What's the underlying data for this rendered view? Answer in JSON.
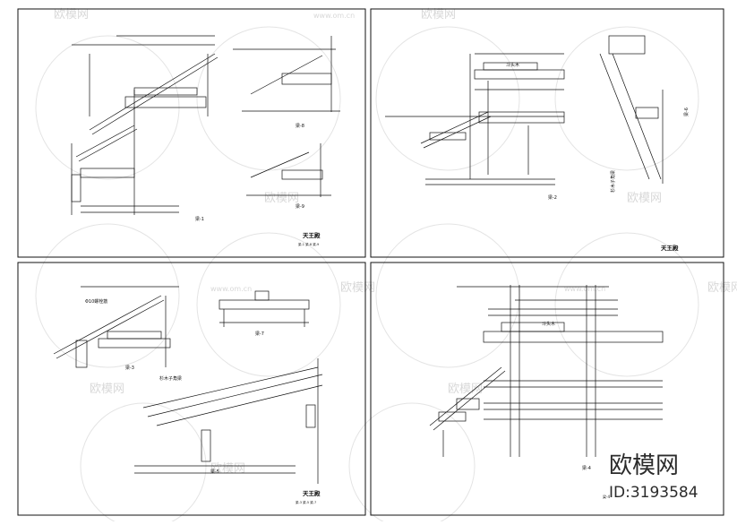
{
  "watermark": {
    "brand": "欧模网",
    "domain": "www.om.cn",
    "id_label": "ID:3193584"
  },
  "panels": [
    {
      "sheet_title": "天王殿",
      "sheet_sub": "梁-1 梁-8 梁-9",
      "labels": [
        "梁-1",
        "梁-8",
        "梁-9"
      ]
    },
    {
      "sheet_title": "天王殿",
      "labels": [
        "梁-2",
        "梁-6",
        "斗头木",
        "杉木子角梁"
      ]
    },
    {
      "sheet_title": "天王殿",
      "sheet_sub": "梁-3 梁-5 梁-7",
      "labels": [
        "梁-3",
        "梁-5",
        "梁-7",
        "杉木子角梁",
        "Φ10螺栓筋"
      ]
    },
    {
      "sheet_title": "梁-4",
      "labels": [
        "梁-4",
        "斗头木"
      ]
    }
  ],
  "colors": {
    "line": "#1a1a1a",
    "watermark_light": "#e2e2e2"
  }
}
